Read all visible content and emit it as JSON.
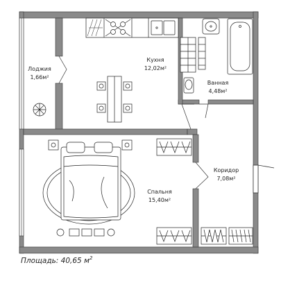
{
  "floorplan": {
    "rooms": [
      {
        "id": "loggia",
        "name": "Лоджия",
        "area": "1,66м²"
      },
      {
        "id": "kitchen",
        "name": "Кухня",
        "area": "12,02м²"
      },
      {
        "id": "bathroom",
        "name": "Ванная",
        "area": "4,48м²"
      },
      {
        "id": "corridor",
        "name": "Коридор",
        "area": "7,08м²"
      },
      {
        "id": "bedroom",
        "name": "Спальня",
        "area": "15,40м²"
      }
    ],
    "total_area": {
      "label": "Площадь: 40,65 м",
      "exponent": "2"
    }
  },
  "colors": {
    "wall": "#8a8a8a",
    "wall_outline": "#333333",
    "line": "#222222",
    "background": "#ffffff"
  }
}
